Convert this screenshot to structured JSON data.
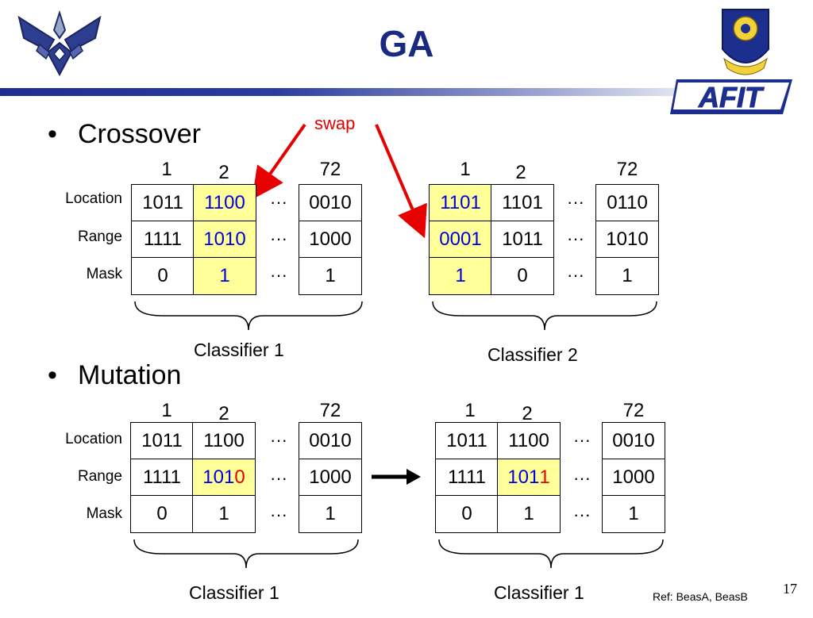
{
  "slide": {
    "title": "GA",
    "page_number": "17",
    "reference": "Ref: BeasA, BeasB"
  },
  "logos": {
    "left": "air-force-wings-logo",
    "right": "afit-crest-logo",
    "afit_text": "AFIT"
  },
  "colors": {
    "title": "#1a2a80",
    "highlight": "#ffff99",
    "swap": "#e60000",
    "changed_value": "#0000dd"
  },
  "rows": {
    "location": "Location",
    "range": "Range",
    "mask": "Mask"
  },
  "indices": {
    "first": "1",
    "second": "2",
    "last": "72"
  },
  "ellipsis": "···",
  "crossover": {
    "bullet": "•",
    "label": "Crossover",
    "swap_label": "swap",
    "classifier1": {
      "caption": "Classifier 1",
      "col1": [
        "1011",
        "1111",
        "0"
      ],
      "col2": [
        "1100",
        "1010",
        "1"
      ],
      "col72": [
        "0010",
        "1000",
        "1"
      ]
    },
    "classifier2": {
      "caption": "Classifier 2",
      "col1": [
        "1101",
        "0001",
        "1"
      ],
      "col2": [
        "1101",
        "1011",
        "0"
      ],
      "col72": [
        "0110",
        "1010",
        "1"
      ]
    }
  },
  "mutation": {
    "bullet": "•",
    "label": "Mutation",
    "before": {
      "caption": "Classifier 1",
      "col1": [
        "1011",
        "1111",
        "0"
      ],
      "col2": [
        "1100",
        "101",
        "0",
        "1"
      ],
      "col72": [
        "0010",
        "1000",
        "1"
      ]
    },
    "after": {
      "caption": "Classifier 1",
      "col1": [
        "1011",
        "1111",
        "0"
      ],
      "col2": [
        "1100",
        "101",
        "1",
        "1"
      ],
      "col72": [
        "0010",
        "1000",
        "1"
      ]
    }
  }
}
